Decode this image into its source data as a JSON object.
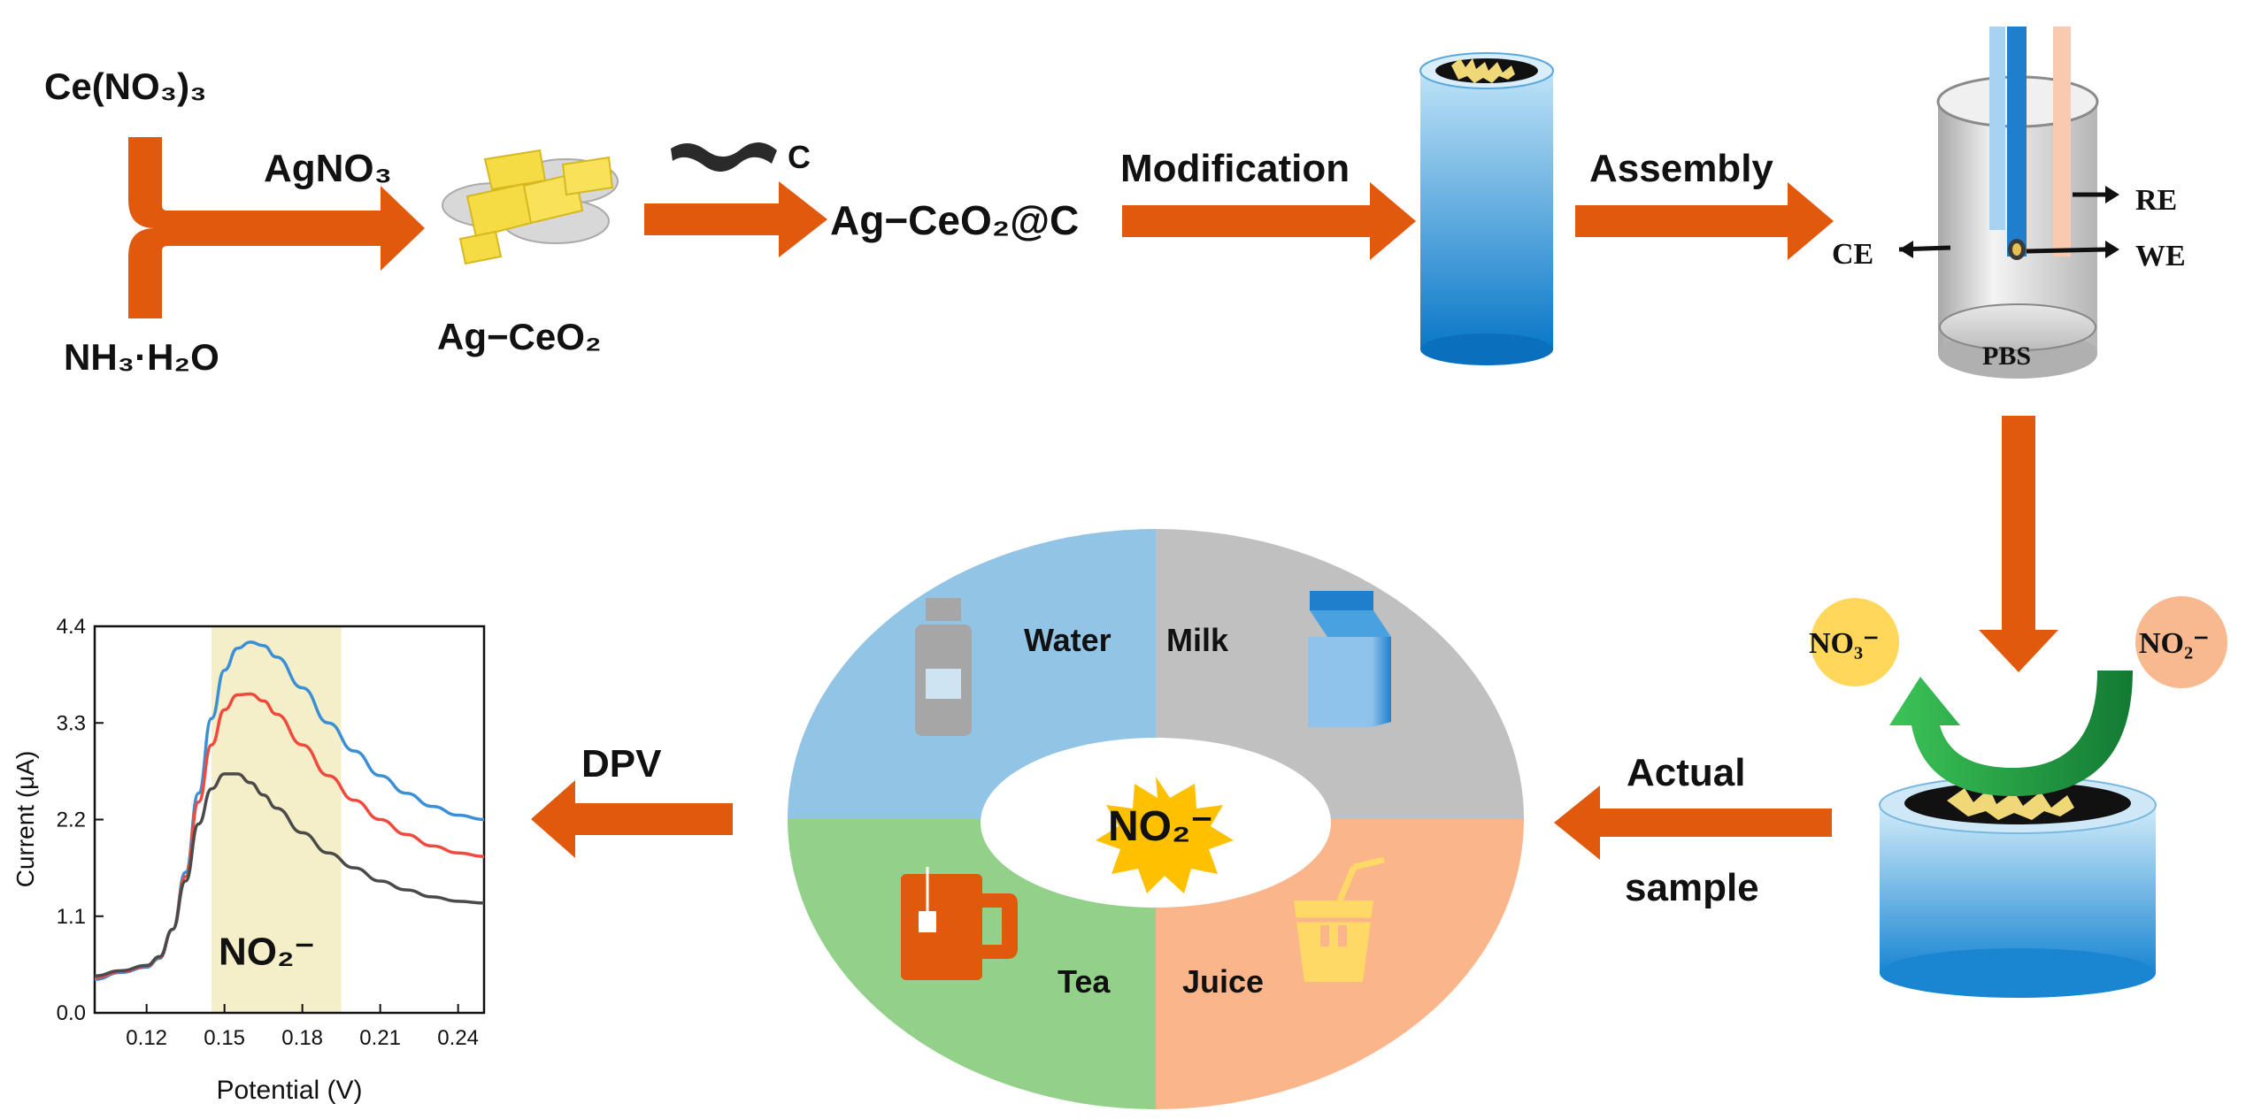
{
  "labels": {
    "ce_nitrate": "Ce(NO₃)₃",
    "ammonia": "NH₃·H₂O",
    "agno3": "AgNO₃",
    "ag_ceo2": "Ag−CeO₂",
    "carbon": "C",
    "composite": "Ag−CeO₂@C",
    "modification": "Modification",
    "assembly": "Assembly",
    "re": "RE",
    "we": "WE",
    "ce_electrode": "CE",
    "pbs": "PBS",
    "no3_bubble": "NO₃⁻",
    "no2_bubble": "NO₂⁻",
    "actual": "Actual",
    "sample": "sample",
    "dpv": "DPV",
    "water": "Water",
    "milk": "Milk",
    "tea": "Tea",
    "juice": "Juice",
    "center_analyte": "NO₂⁻"
  },
  "colors": {
    "arrow": "#e0590c",
    "water_sector": "#92c4e6",
    "milk_sector": "#c0c0c0",
    "tea_sector": "#93d18a",
    "juice_sector": "#fbb58a",
    "star": "#ffc000",
    "no3_bubble": "#ffd75a",
    "no2_bubble": "#f9b98f",
    "green_arrow": "#1fa84a",
    "highlight_band": "#f4efc8"
  },
  "icons": [
    "bottle-icon",
    "milk-carton-icon",
    "mug-icon",
    "juice-cup-icon",
    "electrode-cylinder-icon",
    "electrochemical-cell-icon",
    "nanoparticle-icon",
    "carbon-chain-icon",
    "starburst-icon"
  ],
  "chart_data": {
    "type": "line",
    "xlabel": "Potential (V)",
    "ylabel": "Current (μA)",
    "xlim": [
      0.1,
      0.25
    ],
    "ylim": [
      0.0,
      4.4
    ],
    "xticks": [
      "0.12",
      "0.15",
      "0.18",
      "0.21",
      "0.24"
    ],
    "yticks": [
      "0.0",
      "1.1",
      "2.2",
      "3.3",
      "4.4"
    ],
    "band_annotation": "NO₂⁻",
    "band_range": [
      0.145,
      0.195
    ],
    "series": [
      {
        "color": "#3a8fd6",
        "x": [
          0.1,
          0.11,
          0.12,
          0.125,
          0.13,
          0.135,
          0.14,
          0.145,
          0.15,
          0.155,
          0.16,
          0.165,
          0.17,
          0.18,
          0.19,
          0.2,
          0.21,
          0.22,
          0.23,
          0.24,
          0.25
        ],
        "y": [
          0.38,
          0.46,
          0.52,
          0.62,
          0.95,
          1.6,
          2.5,
          3.35,
          3.9,
          4.15,
          4.22,
          4.18,
          4.05,
          3.7,
          3.3,
          2.98,
          2.7,
          2.5,
          2.35,
          2.25,
          2.2
        ]
      },
      {
        "color": "#f04a3e",
        "x": [
          0.1,
          0.11,
          0.12,
          0.125,
          0.13,
          0.135,
          0.14,
          0.145,
          0.15,
          0.155,
          0.16,
          0.165,
          0.17,
          0.18,
          0.19,
          0.2,
          0.21,
          0.22,
          0.23,
          0.24,
          0.25
        ],
        "y": [
          0.4,
          0.47,
          0.53,
          0.63,
          0.95,
          1.55,
          2.4,
          3.05,
          3.45,
          3.62,
          3.63,
          3.55,
          3.4,
          3.05,
          2.7,
          2.42,
          2.2,
          2.03,
          1.9,
          1.82,
          1.78
        ]
      },
      {
        "color": "#4a4a4a",
        "x": [
          0.1,
          0.11,
          0.12,
          0.125,
          0.13,
          0.135,
          0.14,
          0.145,
          0.15,
          0.155,
          0.16,
          0.165,
          0.17,
          0.18,
          0.19,
          0.2,
          0.21,
          0.22,
          0.23,
          0.24,
          0.25
        ],
        "y": [
          0.42,
          0.48,
          0.54,
          0.64,
          0.95,
          1.5,
          2.15,
          2.55,
          2.72,
          2.72,
          2.62,
          2.48,
          2.33,
          2.05,
          1.82,
          1.65,
          1.5,
          1.4,
          1.32,
          1.27,
          1.25
        ]
      }
    ]
  }
}
